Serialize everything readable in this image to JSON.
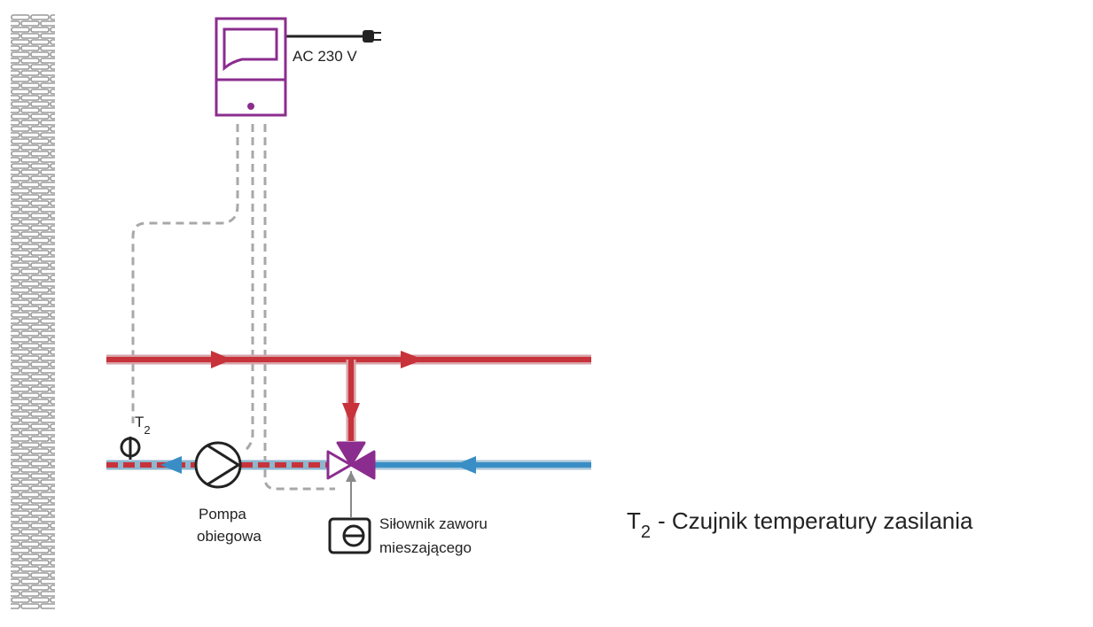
{
  "controller": {
    "power_label": "AC 230 V"
  },
  "sensor": {
    "symbol": "T",
    "subscript": "2"
  },
  "pump": {
    "label_line1": "Pompa",
    "label_line2": "obiegowa"
  },
  "actuator": {
    "label_line1": "Siłownik zaworu",
    "label_line2": "mieszającego"
  },
  "legend": {
    "symbol": "T",
    "subscript": "2",
    "text": "- Czujnik temperatury zasilania"
  },
  "colors": {
    "supply_red": "#c8323a",
    "return_blue": "#3a8ec6",
    "device_purple": "#8b2d8e",
    "cable_gray": "#a8a8a8"
  }
}
